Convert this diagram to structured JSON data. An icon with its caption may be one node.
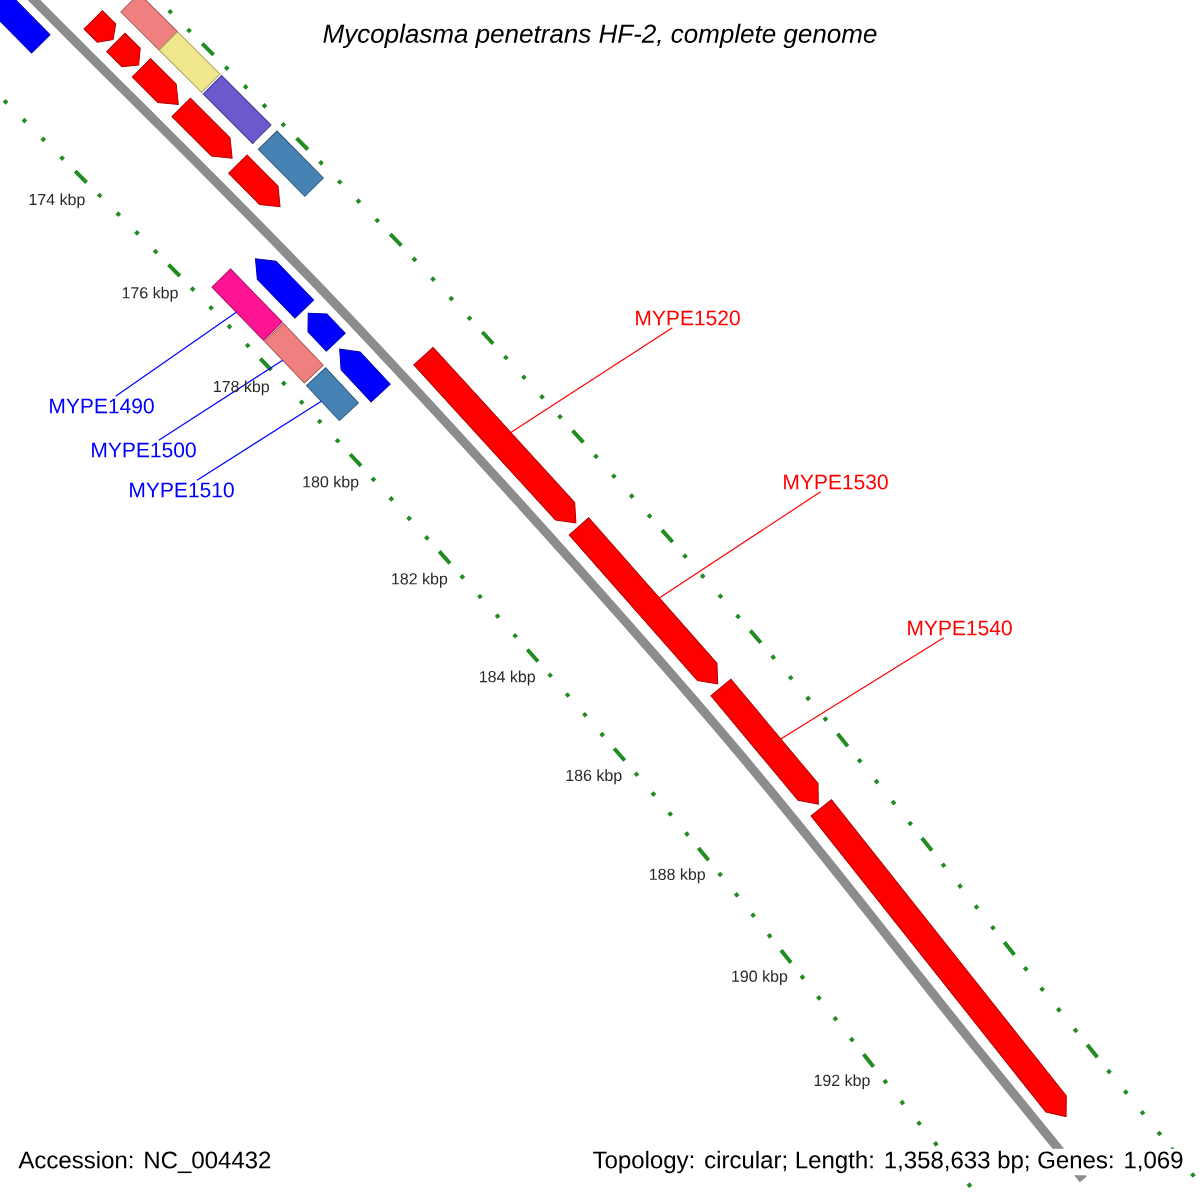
{
  "diagram": {
    "title": "Mycoplasma penetrans HF-2, complete genome",
    "nodes": [
      {
        "text": [
          "MYPE1490"
        ]
      },
      {
        "text": [
          "MYPE1500"
        ]
      },
      {
        "text": [
          "MYPE1510"
        ]
      },
      {
        "text": [
          "MYPE1520"
        ]
      },
      {
        "text": [
          "MYPE1530"
        ]
      },
      {
        "text": [
          "MYPE1540"
        ]
      },
      {
        "text": [],
        "shape": "pentagon"
      },
      {
        "text": [],
        "shape": "pentagon"
      },
      {
        "text": [],
        "shape": "box"
      },
      {
        "text": [],
        "shape": "pentagon"
      },
      {
        "text": [],
        "shape": "box"
      },
      {
        "text": [],
        "shape": "pentagon"
      },
      {
        "text": [],
        "shape": "box"
      },
      {
        "text": [],
        "shape": "pentagon"
      },
      {
        "text": [],
        "shape": "pentagon"
      },
      {
        "text": [],
        "shape": "box"
      },
      {
        "text": [],
        "shape": "box"
      },
      {
        "text": [],
        "shape": "pentagon"
      },
      {
        "text": [],
        "shape": "pentagon"
      },
      {
        "text": [],
        "shape": "box"
      },
      {
        "text": [],
        "shape": "pentagon"
      },
      {
        "text": [],
        "shape": "box"
      },
      {
        "text": [],
        "shape": "pentagon"
      },
      {
        "text": [],
        "shape": "pentagon"
      },
      {
        "text": [],
        "shape": "pentagon"
      },
      {
        "text": [],
        "shape": "pentagon"
      }
    ],
    "edges": [
      {
        "from": 0,
        "to": 16,
        "arrow": "none",
        "color": "#0000ff"
      },
      {
        "from": 1,
        "to": 19,
        "arrow": "none",
        "color": "#0000ff"
      },
      {
        "from": 2,
        "to": 21,
        "arrow": "none",
        "color": "#0000ff"
      },
      {
        "from": 3,
        "to": 22,
        "arrow": "none",
        "color": "#ff0000"
      },
      {
        "from": 4,
        "to": 23,
        "arrow": "none",
        "color": "#ff0000"
      },
      {
        "from": 5,
        "to": 24,
        "arrow": "none",
        "color": "#ff0000"
      }
    ],
    "labels": [
      "174 kbp",
      "176 kbp",
      "178 kbp",
      "180 kbp",
      "182 kbp",
      "184 kbp",
      "186 kbp",
      "188 kbp",
      "190 kbp",
      "192 kbp",
      "Accession: NC_004432",
      "Topology: circular; Length: 1,358,633 bp; Genes: 1,069"
    ]
  }
}
